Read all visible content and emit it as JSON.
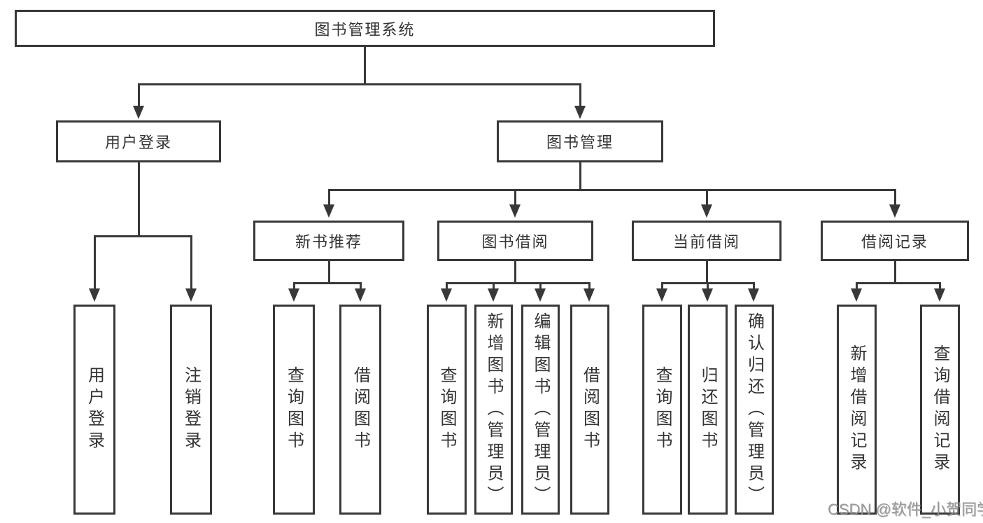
{
  "diagram": {
    "title": "图书管理系统",
    "branches": [
      {
        "label": "用户登录",
        "children": [
          {
            "label": "用户登录"
          },
          {
            "label": "注销登录"
          }
        ]
      },
      {
        "label": "图书管理",
        "children": [
          {
            "label": "新书推荐",
            "children": [
              {
                "label": "查询图书"
              },
              {
                "label": "借阅图书"
              }
            ]
          },
          {
            "label": "图书借阅",
            "children": [
              {
                "label": "查询图书"
              },
              {
                "label": "新增图书（管理员）"
              },
              {
                "label": "编辑图书（管理员）"
              },
              {
                "label": "借阅图书"
              }
            ]
          },
          {
            "label": "当前借阅",
            "children": [
              {
                "label": "查询图书"
              },
              {
                "label": "归还图书"
              },
              {
                "label": "确认归还（管理员）"
              }
            ]
          },
          {
            "label": "借阅记录",
            "children": [
              {
                "label": "新增借阅记录"
              },
              {
                "label": "查询借阅记录"
              }
            ]
          }
        ]
      }
    ]
  },
  "watermark": "CSDN @软件_小贺同学",
  "colors": {
    "line": "#383838",
    "text": "#333333",
    "background": "#ffffff",
    "watermark_gray": "#919191"
  }
}
